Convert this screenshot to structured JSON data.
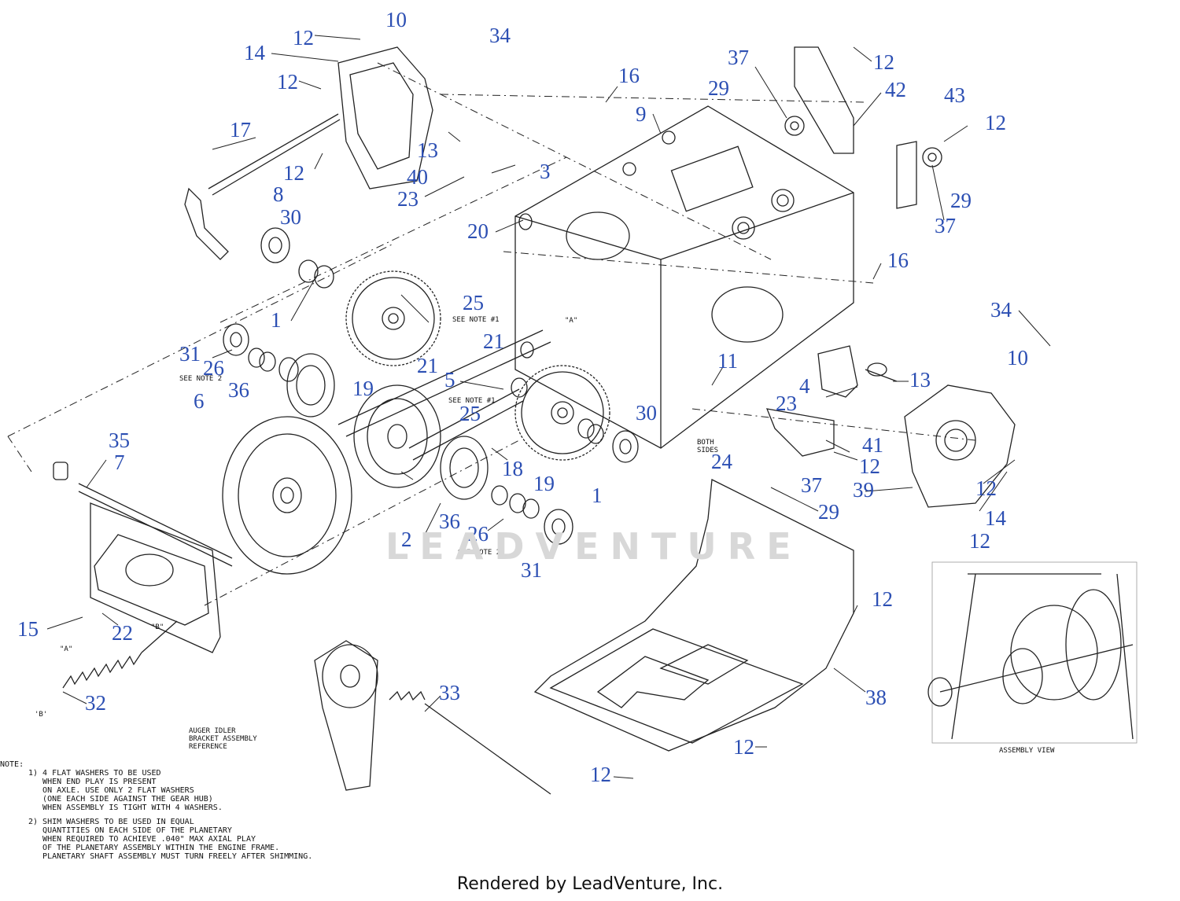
{
  "footer": "Rendered by LeadVenture, Inc.",
  "watermark": "LEADVENTURE",
  "colors": {
    "callout": "#2c4fb3",
    "line": "#222222",
    "background": "#ffffff"
  },
  "small_labels": {
    "see_note_1_a": "SEE NOTE #1",
    "see_note_1_b": "SEE NOTE #1",
    "see_note_2_a": "SEE NOTE 2",
    "see_note_2_b": "SEE NOTE 2",
    "mark_a_top": "\"A\"",
    "mark_a_bottom": "\"A\"",
    "mark_b_top": "\"B\"",
    "mark_b_bottom": "'B'",
    "both_sides": "BOTH\nSIDES",
    "auger_idler": "AUGER IDLER\nBRACKET ASSEMBLY\nREFERENCE",
    "assembly_view": "ASSEMBLY VIEW"
  },
  "notes": {
    "header": "NOTE:",
    "note1": "1) 4 FLAT WASHERS TO BE USED\n   WHEN END PLAY IS PRESENT\n   ON AXLE. USE ONLY 2 FLAT WASHERS\n   (ONE EACH SIDE AGAINST THE GEAR HUB)\n   WHEN ASSEMBLY IS TIGHT WITH 4 WASHERS.",
    "note2": "2) SHIM WASHERS TO BE USED IN EQUAL\n   QUANTITIES ON EACH SIDE OF THE PLANETARY\n   WHEN REQUIRED TO ACHIEVE .040\" MAX AXIAL PLAY\n   OF THE PLANETARY ASSEMBLY WITHIN THE ENGINE FRAME.\n   PLANETARY SHAFT ASSEMBLY MUST TURN FREELY AFTER SHIMMING."
  },
  "callouts": [
    {
      "label": "10"
    },
    {
      "label": "12"
    },
    {
      "label": "34"
    },
    {
      "label": "14"
    },
    {
      "label": "12"
    },
    {
      "label": "17"
    },
    {
      "label": "12"
    },
    {
      "label": "8"
    },
    {
      "label": "13"
    },
    {
      "label": "40"
    },
    {
      "label": "3"
    },
    {
      "label": "23"
    },
    {
      "label": "16"
    },
    {
      "label": "9"
    },
    {
      "label": "37"
    },
    {
      "label": "29"
    },
    {
      "label": "12"
    },
    {
      "label": "42"
    },
    {
      "label": "43"
    },
    {
      "label": "12"
    },
    {
      "label": "29"
    },
    {
      "label": "37"
    },
    {
      "label": "30"
    },
    {
      "label": "20"
    },
    {
      "label": "1"
    },
    {
      "label": "25"
    },
    {
      "label": "16"
    },
    {
      "label": "34"
    },
    {
      "label": "21"
    },
    {
      "label": "31"
    },
    {
      "label": "26"
    },
    {
      "label": "21"
    },
    {
      "label": "19"
    },
    {
      "label": "36"
    },
    {
      "label": "5"
    },
    {
      "label": "10"
    },
    {
      "label": "11"
    },
    {
      "label": "13"
    },
    {
      "label": "4"
    },
    {
      "label": "23"
    },
    {
      "label": "6"
    },
    {
      "label": "25"
    },
    {
      "label": "30"
    },
    {
      "label": "35"
    },
    {
      "label": "7"
    },
    {
      "label": "18"
    },
    {
      "label": "19"
    },
    {
      "label": "1"
    },
    {
      "label": "24"
    },
    {
      "label": "41"
    },
    {
      "label": "12"
    },
    {
      "label": "37"
    },
    {
      "label": "39"
    },
    {
      "label": "12"
    },
    {
      "label": "14"
    },
    {
      "label": "29"
    },
    {
      "label": "2"
    },
    {
      "label": "36"
    },
    {
      "label": "26"
    },
    {
      "label": "12"
    },
    {
      "label": "31"
    },
    {
      "label": "12"
    },
    {
      "label": "15"
    },
    {
      "label": "22"
    },
    {
      "label": "33"
    },
    {
      "label": "38"
    },
    {
      "label": "32"
    },
    {
      "label": "12"
    },
    {
      "label": "12"
    }
  ]
}
